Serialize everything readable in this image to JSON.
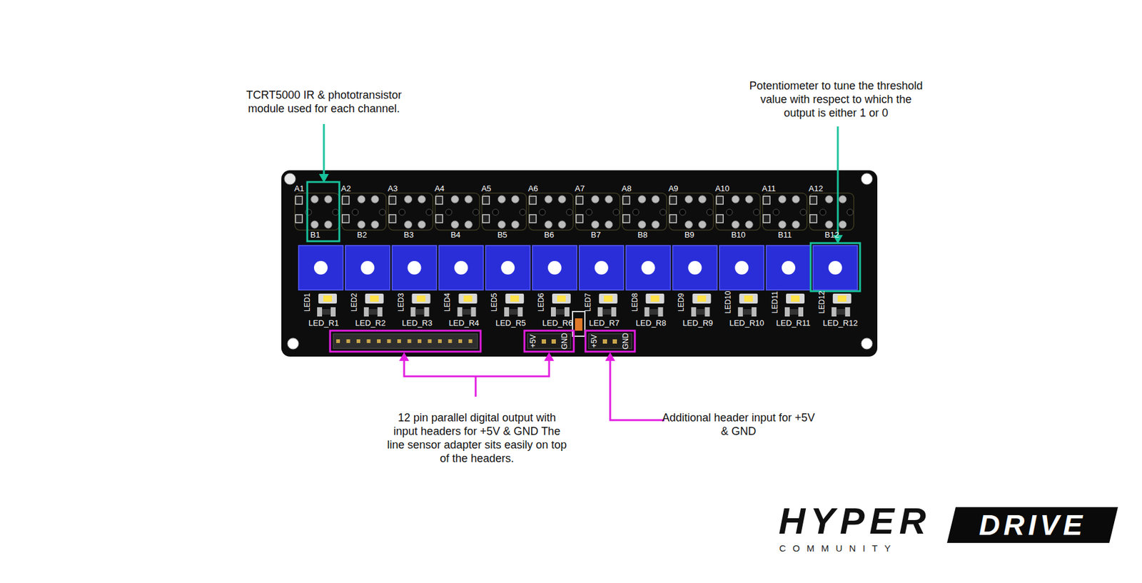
{
  "diagram": {
    "labels": [
      "TCRT5000 IR & phototransistor module used for each channel.",
      "Potentiometer to tune the threshold value with respect to which the output is either 1 or 0",
      "A1",
      "A2",
      "A3",
      "A4",
      "A5",
      "A6",
      "A7",
      "A8",
      "A9",
      "A10",
      "A11",
      "A12",
      "B1",
      "B2",
      "B3",
      "B4",
      "B5",
      "B6",
      "B7",
      "B8",
      "B9",
      "B10",
      "B11",
      "B12",
      "LED1",
      "LED2",
      "LED3",
      "LED4",
      "LED5",
      "LED6",
      "LED7",
      "LED8",
      "LED9",
      "LED10",
      "LED11",
      "LED12",
      "LED_R1",
      "LED_R2",
      "LED_R3",
      "LED_R4",
      "LED_R5",
      "LED_R6",
      "LED_R7",
      "LED_R8",
      "LED_R9",
      "LED_R10",
      "LED_R11",
      "LED_R12",
      "+5V",
      "GND",
      "+5V",
      "GND",
      "12 pin parallel digital output with input headers for +5V & GND The line sensor adapter sits easily on top of the headers.",
      "Additional header input for +5V & GND",
      "HYPER",
      "DRIVE",
      "COMMUNITY"
    ]
  }
}
